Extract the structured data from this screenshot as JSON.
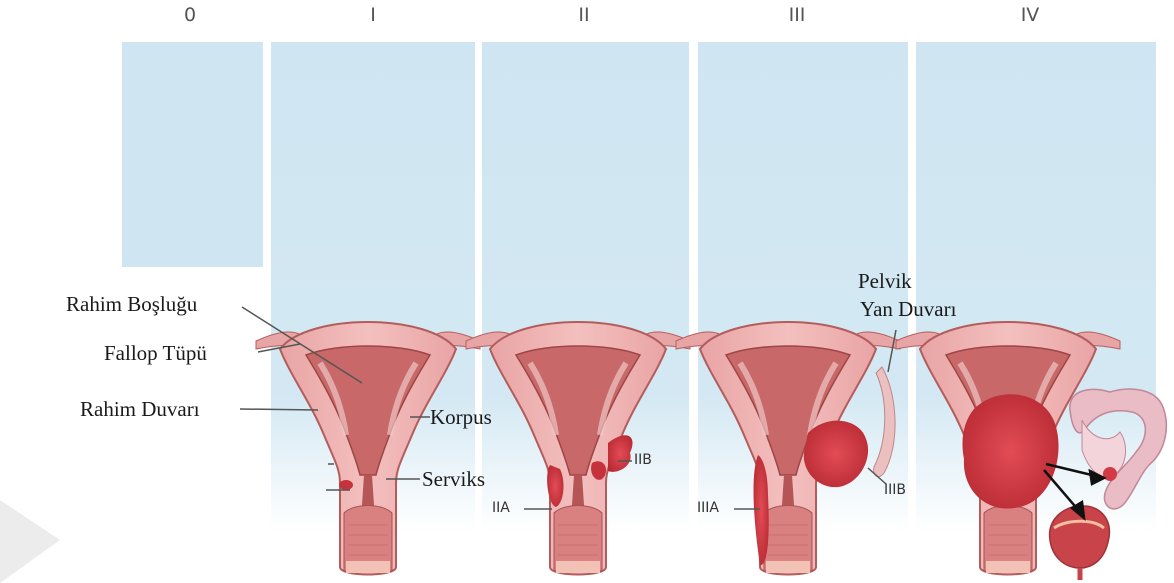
{
  "stages": [
    "0",
    "I",
    "II",
    "III",
    "IV"
  ],
  "labels": {
    "rahim_boslugu": "Rahim Boşluğu",
    "fallop_tupu": "Fallop Tüpü",
    "rahim_duvari": "Rahim Duvarı",
    "korpus": "Korpus",
    "serviks": "Serviks",
    "pelvik_line1": "Pelvik",
    "pelvik_line2": "Yan Duvarı"
  },
  "substages": {
    "iia": "IIA",
    "iib": "IIB",
    "iiia": "IIIA",
    "iiib": "IIIB"
  },
  "colors": {
    "panel": "#cfe6f2",
    "uterus_outer": "#eeb2b2",
    "uterus_cavity": "#c86868",
    "tumor": "#d33a44",
    "label_text": "#1a1a1a",
    "stage_text": "#555555"
  }
}
